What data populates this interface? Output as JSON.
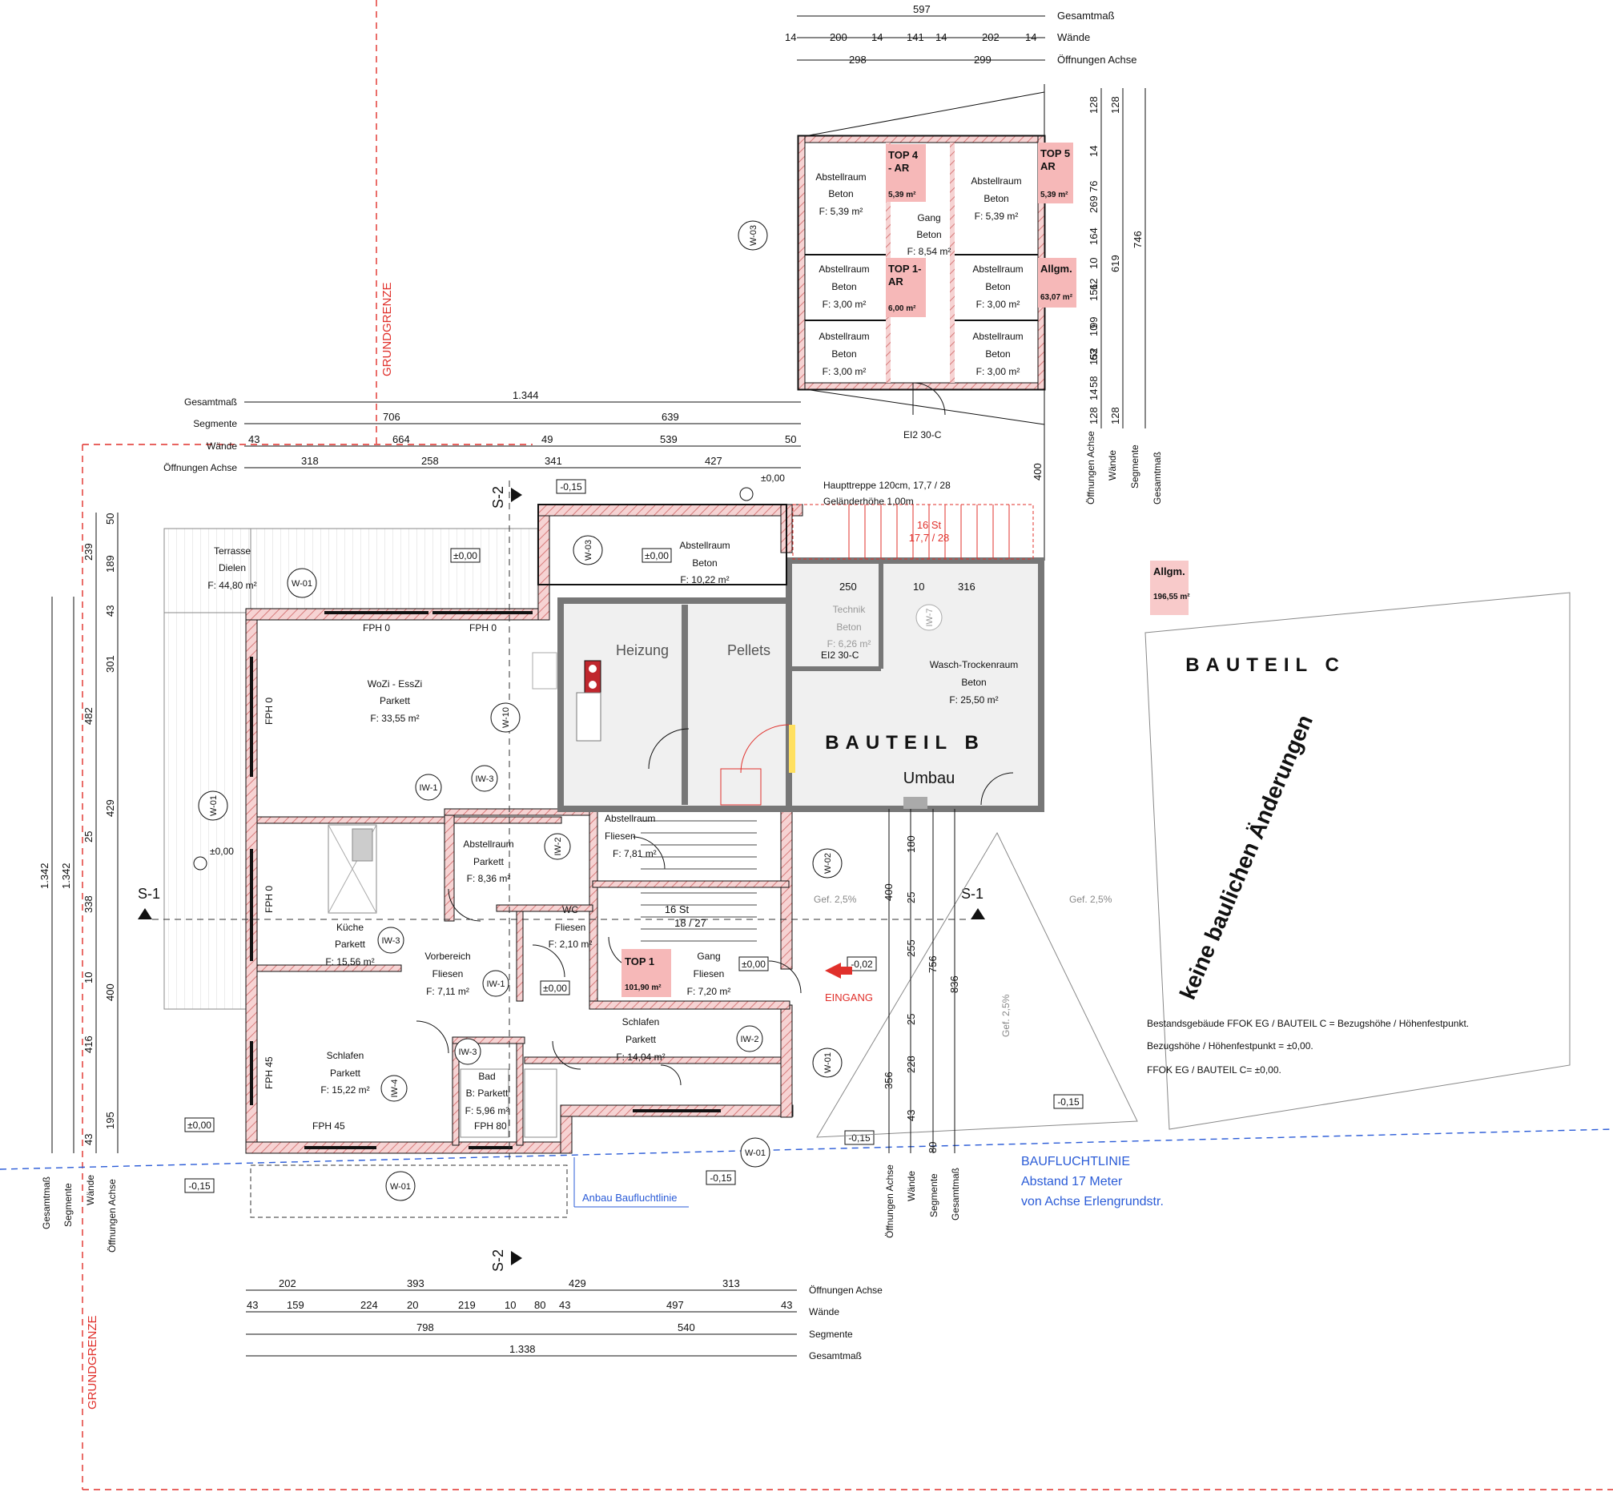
{
  "top_dims": {
    "row1": [
      "597"
    ],
    "row1_label": "Gesamtmaß",
    "row2": [
      "14",
      "200",
      "14",
      "141",
      "14",
      "202",
      "14"
    ],
    "row2_label": "Wände",
    "row3": [
      "298",
      "299"
    ],
    "row3_label": "Öffnungen Achse"
  },
  "mid_dims": {
    "labels": [
      "Gesamtmaß",
      "Segmente",
      "Wände",
      "Öffnungen Achse"
    ],
    "gesamt": "1.344",
    "segmente": [
      "706",
      "639"
    ],
    "waende": [
      "43",
      "664",
      "49",
      "539",
      "50"
    ],
    "oeffnungen": [
      "318",
      "258",
      "341",
      "427"
    ]
  },
  "bottom_dims": {
    "oeffnungen": [
      "202",
      "393",
      "429",
      "313"
    ],
    "waende": [
      "43",
      "159",
      "224",
      "20",
      "219",
      "10",
      "80",
      "43",
      "497",
      "43"
    ],
    "segmente": [
      "798",
      "540"
    ],
    "gesamt": "1.338",
    "labels": [
      "Öffnungen Achse",
      "Wände",
      "Segmente",
      "Gesamtmaß"
    ]
  },
  "right_top_dims": {
    "col1": [
      "128",
      "14",
      "76",
      "269",
      "164",
      "10",
      "62",
      "151",
      "10",
      "99",
      "63",
      "152",
      "58",
      "14",
      "128"
    ],
    "col2": [
      "128",
      "619",
      "128"
    ],
    "col3": [
      "746"
    ],
    "labels": [
      "Öffnungen Achse",
      "Wände",
      "Segmente",
      "Gesamtmaß"
    ]
  },
  "right_mid_dims": {
    "col1": [
      "180",
      "25",
      "255",
      "25",
      "228",
      "43",
      "356",
      "80"
    ],
    "col2": [
      "400",
      "756"
    ],
    "col3": [
      "836"
    ],
    "labels": [
      "Öffnungen Achse",
      "Wände",
      "Segmente",
      "Gesamtmaß"
    ]
  },
  "left_dims": {
    "col1": [
      "1.342"
    ],
    "col2": [
      "1.342"
    ],
    "col3": [
      "239",
      "482",
      "338",
      "416",
      "400",
      "43"
    ],
    "col4": [
      "50",
      "189",
      "43",
      "301",
      "429",
      "25",
      "10",
      "195"
    ],
    "labels": [
      "Gesamtmaß",
      "Segmente",
      "Wände",
      "Öffnungen Achse"
    ]
  },
  "rooms": {
    "ar1": {
      "name": "Abstellraum",
      "mat": "Beton",
      "area": "F: 5,39 m²"
    },
    "ar2": {
      "name": "Abstellraum",
      "mat": "Beton",
      "area": "F: 5,39 m²"
    },
    "gang_top": {
      "name": "Gang",
      "mat": "Beton",
      "area": "F: 8,54 m²"
    },
    "ar3": {
      "name": "Abstellraum",
      "mat": "Beton",
      "area": "F: 3,00 m²"
    },
    "ar4": {
      "name": "Abstellraum",
      "mat": "Beton",
      "area": "F: 3,00 m²"
    },
    "ar5": {
      "name": "Abstellraum",
      "mat": "Beton",
      "area": "F: 3,00 m²"
    },
    "ar6": {
      "name": "Abstellraum",
      "mat": "Beton",
      "area": "F: 3,00 m²"
    },
    "terrasse": {
      "name": "Terrasse",
      "mat": "Dielen",
      "area": "F: 44,80 m²"
    },
    "ar_top": {
      "name": "Abstellraum",
      "mat": "Beton",
      "area": "F: 10,22 m²"
    },
    "wozi": {
      "name": "WoZi - EssZi",
      "mat": "Parkett",
      "area": "F: 33,55 m²"
    },
    "heizung": {
      "name": "Heizung"
    },
    "pellets": {
      "name": "Pellets"
    },
    "technik": {
      "name": "Technik",
      "mat": "Beton",
      "area": "F: 6,26 m²"
    },
    "wasch": {
      "name": "Wasch-Trockenraum",
      "mat": "Beton",
      "area": "F: 25,50 m²"
    },
    "ar_parkett": {
      "name": "Abstellraum",
      "mat": "Parkett",
      "area": "F: 8,36 m²"
    },
    "ar_fliesen": {
      "name": "Abstellraum",
      "mat": "Fliesen",
      "area": "F: 7,81 m²"
    },
    "kueche": {
      "name": "Küche",
      "mat": "Parkett",
      "area": "F: 15,56 m²"
    },
    "wc": {
      "name": "WC",
      "mat": "Fliesen",
      "area": "F: 2,10 m²"
    },
    "vorbereich": {
      "name": "Vorbereich",
      "mat": "Fliesen",
      "area": "F: 7,11 m²"
    },
    "gang": {
      "name": "Gang",
      "mat": "Fliesen",
      "area": "F: 7,20 m²"
    },
    "schlafen1": {
      "name": "Schlafen",
      "mat": "Parkett",
      "area": "F: 15,22 m²"
    },
    "bad": {
      "name": "Bad",
      "mat": "B: Parkett",
      "area": "F: 5,96 m²"
    },
    "schlafen2": {
      "name": "Schlafen",
      "mat": "Parkett",
      "area": "F: 14,04 m²"
    }
  },
  "tags": {
    "top4": {
      "line1": "TOP 4",
      "line2": "- AR",
      "area": "5,39 m²"
    },
    "top5": {
      "line1": "TOP 5",
      "line2": "AR",
      "area": "5,39 m²"
    },
    "top1ar": {
      "line1": "TOP 1-",
      "line2": "AR",
      "area": "6,00 m²"
    },
    "allgm": {
      "line1": "Allgm.",
      "area": "63,07 m²"
    },
    "allgm2": {
      "line1": "Allgm.",
      "area": "196,55 m²"
    },
    "top1": {
      "line1": "TOP 1",
      "area": "101,90 m²"
    }
  },
  "labels": {
    "grundgrenze": "GRUNDGRENZE",
    "bauteil_b": "BAUTEIL B",
    "umbau": "Umbau",
    "bauteil_c": "BAUTEIL C",
    "keine": "keine baulichen Änderungen",
    "hauptreppe1": "Haupttreppe 120cm, 17,7 / 28",
    "hauptreppe2": "Geländerhöhe 1,00m",
    "stairs_top1": "16 St",
    "stairs_top2": "17,7 / 28",
    "stairs_mid1": "16 St",
    "stairs_mid2": "18 / 27",
    "eingang": "EINGANG",
    "baufluchtlinie1": "BAUFLUCHTLINIE",
    "baufluchtlinie2": "Abstand 17 Meter",
    "baufluchtlinie3": "von Achse Erlengrundstr.",
    "anbau": "Anbau Baufluchtlinie",
    "note1": "Bestandsgebäude FFOK EG / BAUTEIL C = Bezugshöhe / Höhenfestpunkt.",
    "note2": "Bezugshöhe / Höhenfestpunkt = ±0,00.",
    "note3": "FFOK EG / BAUTEIL C= ±0,00.",
    "s1": "S-1",
    "s2": "S-2",
    "ei2": "EI2 30-C",
    "gef": "Gef. 2,5%",
    "pm000": "±0,00",
    "m015": "-0,15",
    "m002": "-0,02",
    "fph0": "FPH 0",
    "fph45": "FPH 45",
    "fph80": "FPH 80"
  },
  "wall_tags": [
    "W-01",
    "W-02",
    "W-03",
    "W-10",
    "IW-1",
    "IW-2",
    "IW-3",
    "IW-4",
    "IW-7"
  ],
  "colors": {
    "wall_hatch": "#f3c9c9",
    "tag": "#f6b8b8",
    "grundgrenze": "#e0302b",
    "bauflucht": "#2a5bd7"
  }
}
